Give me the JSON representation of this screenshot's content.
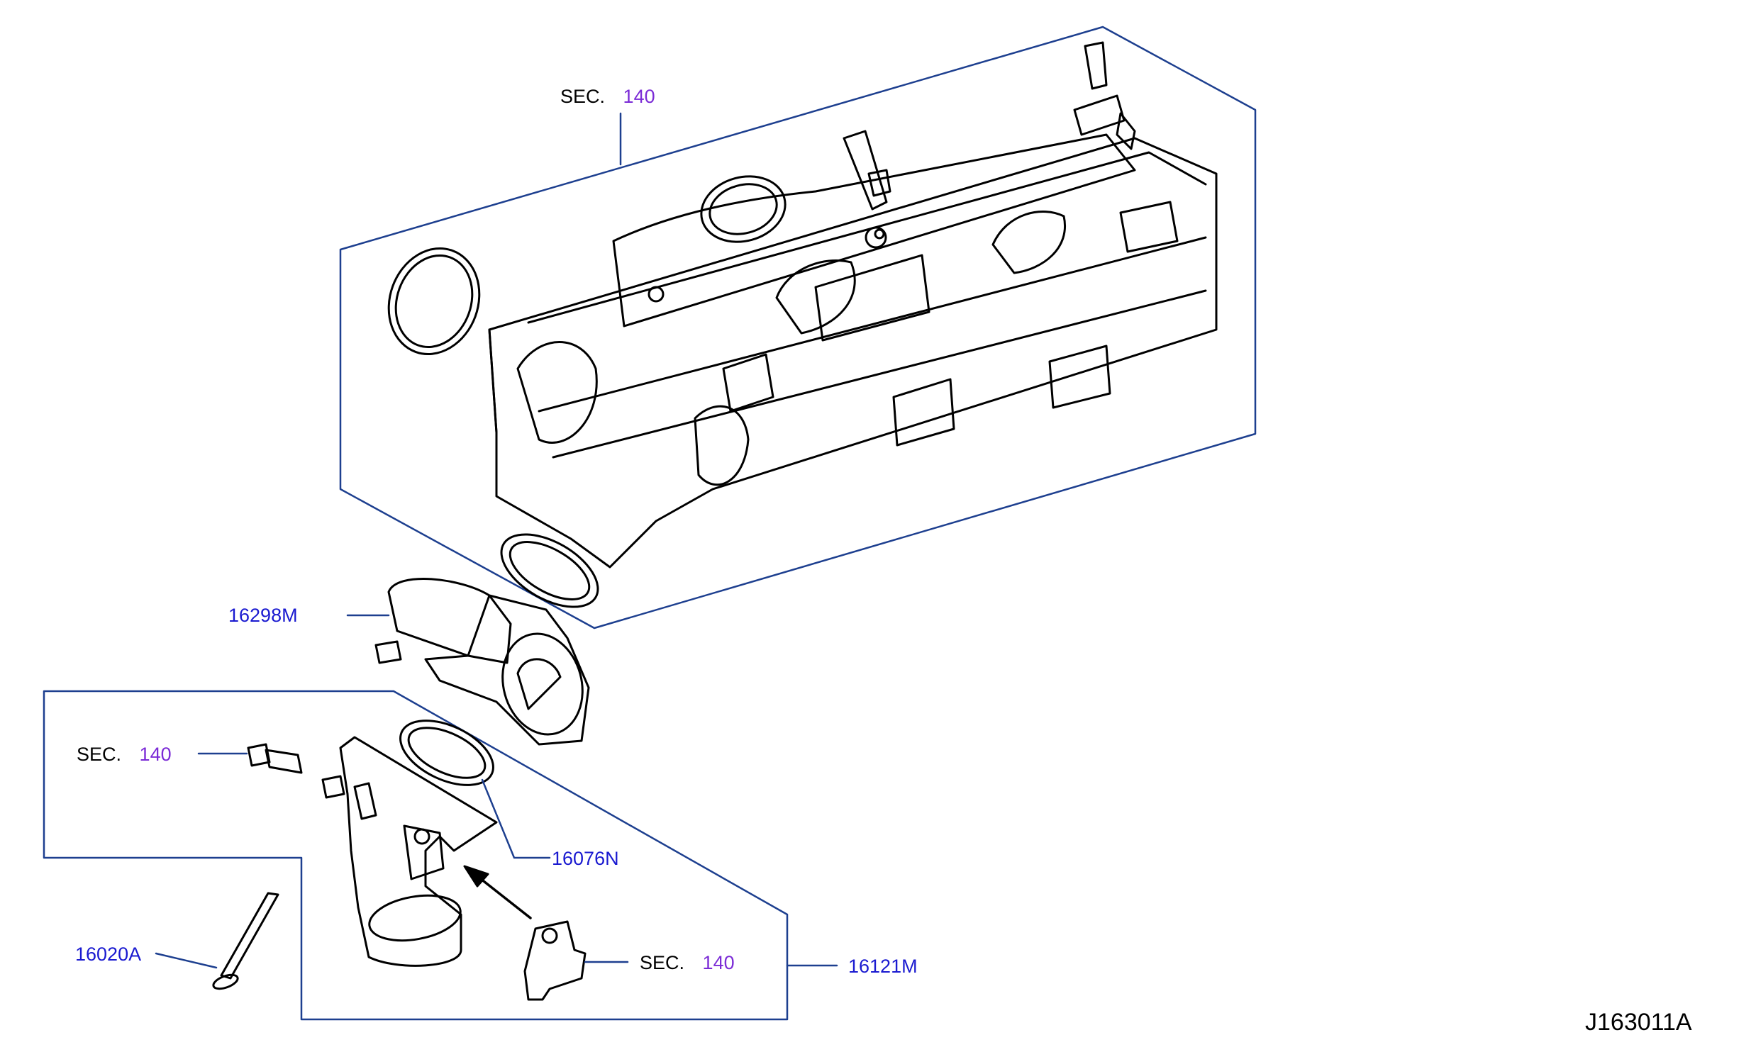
{
  "colors": {
    "frame": "#1d3f8f",
    "part_number": "#1a1ad0",
    "section_number": "#7B2BD6",
    "ink": "#000000"
  },
  "labels": {
    "sec_top": {
      "prefix": "SEC.",
      "number": "140"
    },
    "sec_left": {
      "prefix": "SEC.",
      "number": "140"
    },
    "sec_bottom": {
      "prefix": "SEC.",
      "number": "140"
    },
    "part_16298M": "16298M",
    "part_16076N": "16076N",
    "part_16020A": "16020A",
    "part_16121M": "16121M"
  },
  "diagram_code": "J163011A"
}
